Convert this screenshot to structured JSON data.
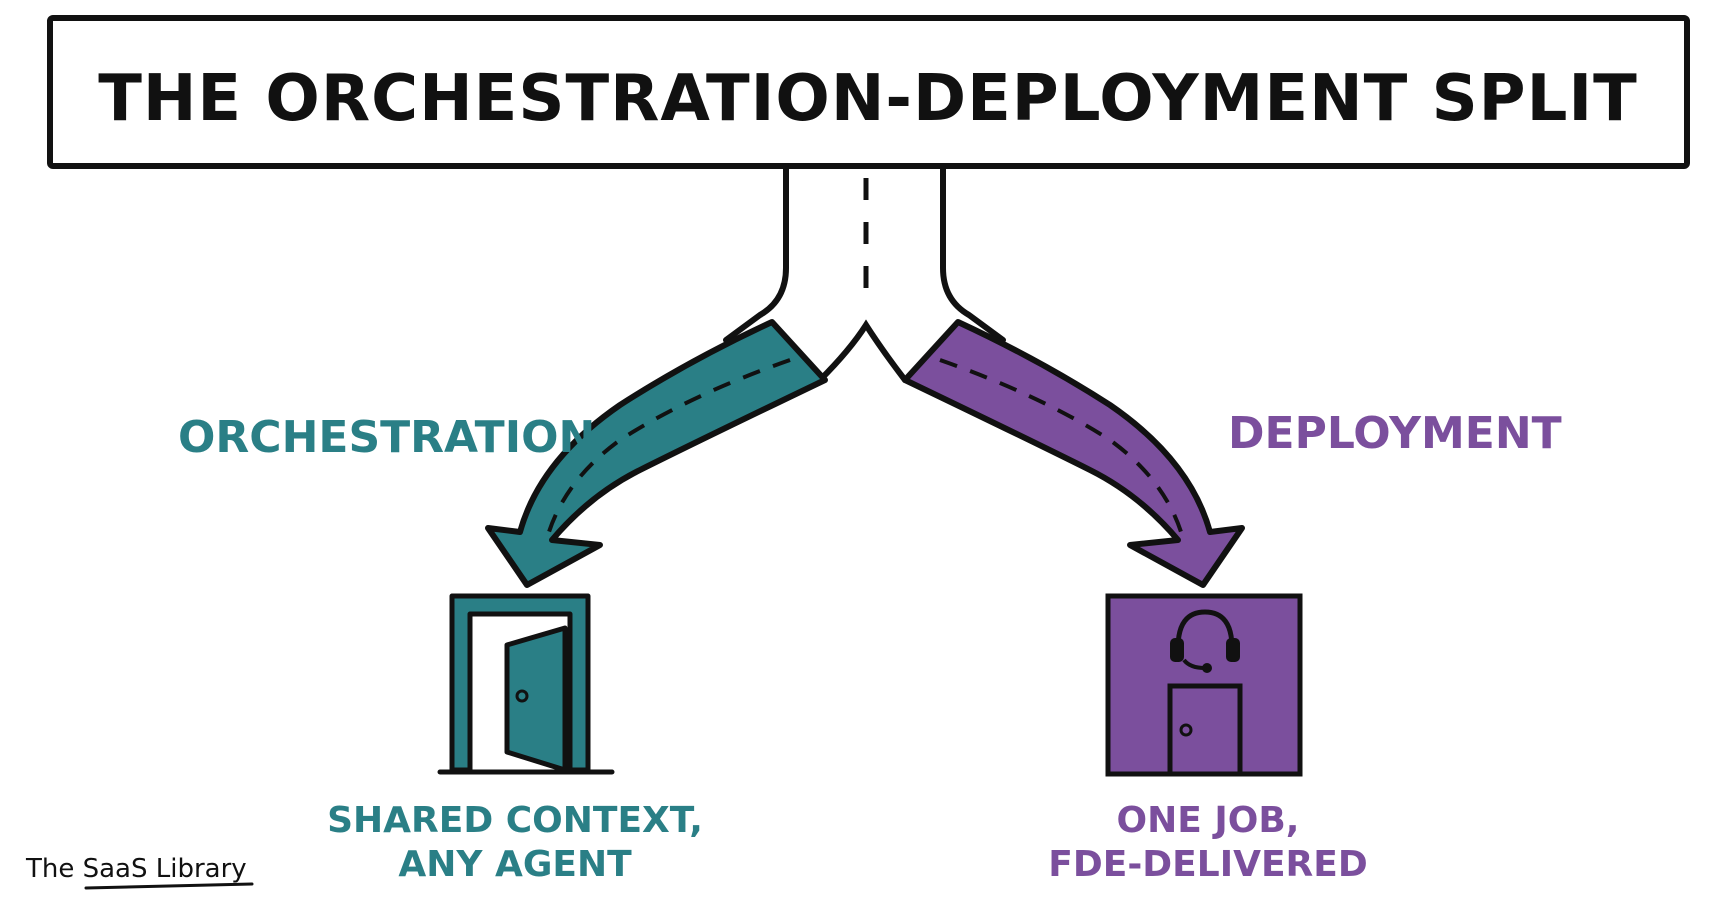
{
  "title": "THE ORCHESTRATION-DEPLOYMENT SPLIT",
  "left_branch": {
    "label": "ORCHESTRATION",
    "caption_line1": "SHARED CONTEXT,",
    "caption_line2": "ANY AGENT",
    "icon": "open-door-icon",
    "color": "#2a7f86"
  },
  "right_branch": {
    "label": "DEPLOYMENT",
    "caption_line1": "ONE JOB,",
    "caption_line2": "FDE-DELIVERED",
    "icon": "headset-room-icon",
    "color": "#7b4f9d"
  },
  "brand": "The SaaS Library",
  "colors": {
    "ink": "#111111",
    "background": "#ffffff"
  }
}
